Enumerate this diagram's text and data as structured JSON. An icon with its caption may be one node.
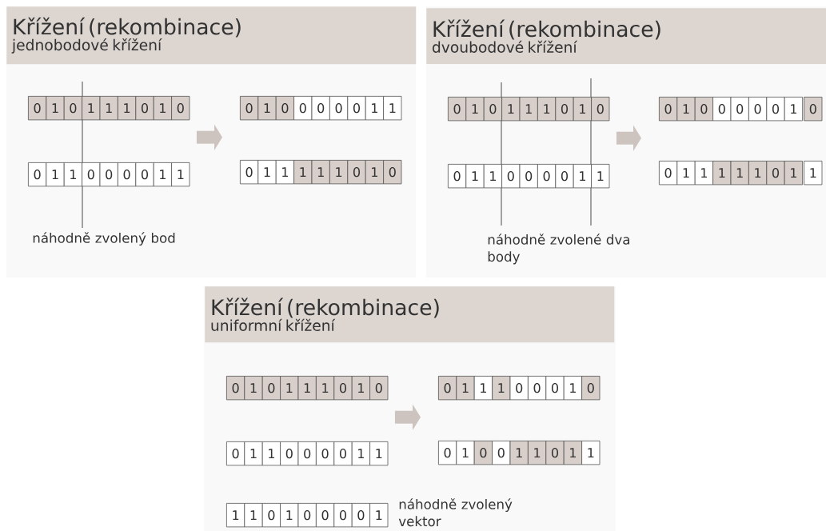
{
  "diagram": {
    "nodes": [
      {
        "text": [
          "Křížení (rekombinace)",
          "jednobodové křížení"
        ]
      },
      {
        "text": [
          "0"
        ]
      },
      {
        "text": [
          "1"
        ]
      },
      {
        "text": [
          "0"
        ]
      },
      {
        "text": [
          "1"
        ]
      },
      {
        "text": [
          "1"
        ]
      },
      {
        "text": [
          "1"
        ]
      },
      {
        "text": [
          "0"
        ]
      },
      {
        "text": [
          "1"
        ]
      },
      {
        "text": [
          "0"
        ]
      },
      {
        "text": [
          "0"
        ]
      },
      {
        "text": [
          "1"
        ]
      },
      {
        "text": [
          "1"
        ]
      },
      {
        "text": [
          "0"
        ]
      },
      {
        "text": [
          "0"
        ]
      },
      {
        "text": [
          "0"
        ]
      },
      {
        "text": [
          "0"
        ]
      },
      {
        "text": [
          "1"
        ]
      },
      {
        "text": [
          "1"
        ]
      },
      {
        "text": [
          "0"
        ]
      },
      {
        "text": [
          "1"
        ]
      },
      {
        "text": [
          "0"
        ]
      },
      {
        "text": [
          "0"
        ]
      },
      {
        "text": [
          "0"
        ]
      },
      {
        "text": [
          "0"
        ]
      },
      {
        "text": [
          "0"
        ]
      },
      {
        "text": [
          "1"
        ]
      },
      {
        "text": [
          "1"
        ]
      },
      {
        "text": [
          "0"
        ]
      },
      {
        "text": [
          "1"
        ]
      },
      {
        "text": [
          "1"
        ]
      },
      {
        "text": [
          "1"
        ]
      },
      {
        "text": [
          "1"
        ]
      },
      {
        "text": [
          "1"
        ]
      },
      {
        "text": [
          "0"
        ]
      },
      {
        "text": [
          "1"
        ]
      },
      {
        "text": [
          "0"
        ]
      },
      {
        "text": [
          "Křížení (rekombinace)",
          "dvoubodové křížení"
        ]
      },
      {
        "text": [
          "0"
        ]
      },
      {
        "text": [
          "1"
        ]
      },
      {
        "text": [
          "0"
        ]
      },
      {
        "text": [
          "1"
        ]
      },
      {
        "text": [
          "1"
        ]
      },
      {
        "text": [
          "1"
        ]
      },
      {
        "text": [
          "0"
        ]
      },
      {
        "text": [
          "1"
        ]
      },
      {
        "text": [
          "0"
        ]
      },
      {
        "text": [
          "0"
        ]
      },
      {
        "text": [
          "1"
        ]
      },
      {
        "text": [
          "1"
        ]
      },
      {
        "text": [
          "0"
        ]
      },
      {
        "text": [
          "0"
        ]
      },
      {
        "text": [
          "0"
        ]
      },
      {
        "text": [
          "0"
        ]
      },
      {
        "text": [
          "1"
        ]
      },
      {
        "text": [
          "1"
        ]
      },
      {
        "text": [
          "0"
        ]
      },
      {
        "text": [
          "1"
        ]
      },
      {
        "text": [
          "0"
        ]
      },
      {
        "text": [
          "0"
        ]
      },
      {
        "text": [
          "0"
        ]
      },
      {
        "text": [
          "0"
        ]
      },
      {
        "text": [
          "0"
        ]
      },
      {
        "text": [
          "1"
        ]
      },
      {
        "text": [
          "0"
        ]
      },
      {
        "text": [
          "0"
        ]
      },
      {
        "text": [
          "1"
        ]
      },
      {
        "text": [
          "1"
        ]
      },
      {
        "text": [
          "1"
        ]
      },
      {
        "text": [
          "1"
        ]
      },
      {
        "text": [
          "1"
        ]
      },
      {
        "text": [
          "0"
        ]
      },
      {
        "text": [
          "1"
        ]
      },
      {
        "text": [
          "1"
        ]
      },
      {
        "text": [
          "Křížení (rekombinace)",
          "uniformní křížení"
        ]
      },
      {
        "text": [
          "0"
        ]
      },
      {
        "text": [
          "1"
        ]
      },
      {
        "text": [
          "0"
        ]
      },
      {
        "text": [
          "1"
        ]
      },
      {
        "text": [
          "1"
        ]
      },
      {
        "text": [
          "1"
        ]
      },
      {
        "text": [
          "0"
        ]
      },
      {
        "text": [
          "1"
        ]
      },
      {
        "text": [
          "0"
        ]
      },
      {
        "text": [
          "0"
        ]
      },
      {
        "text": [
          "1"
        ]
      },
      {
        "text": [
          "1"
        ]
      },
      {
        "text": [
          "0"
        ]
      },
      {
        "text": [
          "0"
        ]
      },
      {
        "text": [
          "0"
        ]
      },
      {
        "text": [
          "0"
        ]
      },
      {
        "text": [
          "1"
        ]
      },
      {
        "text": [
          "1"
        ]
      },
      {
        "text": [
          "0"
        ]
      },
      {
        "text": [
          "1"
        ]
      },
      {
        "text": [
          "1"
        ]
      },
      {
        "text": [
          "1"
        ]
      },
      {
        "text": [
          "0"
        ]
      },
      {
        "text": [
          "0"
        ]
      },
      {
        "text": [
          "0"
        ]
      },
      {
        "text": [
          "1"
        ]
      },
      {
        "text": [
          "0"
        ]
      },
      {
        "text": [
          "0"
        ]
      },
      {
        "text": [
          "1"
        ]
      },
      {
        "text": [
          "0"
        ]
      },
      {
        "text": [
          "0"
        ]
      },
      {
        "text": [
          "1"
        ]
      },
      {
        "text": [
          "1"
        ]
      },
      {
        "text": [
          "0"
        ]
      },
      {
        "text": [
          "1"
        ]
      },
      {
        "text": [
          "1"
        ]
      },
      {
        "text": [
          "1"
        ]
      },
      {
        "text": [
          "1"
        ]
      },
      {
        "text": [
          "0"
        ]
      },
      {
        "text": [
          "1"
        ]
      },
      {
        "text": [
          "0"
        ]
      },
      {
        "text": [
          "0"
        ]
      },
      {
        "text": [
          "0"
        ]
      },
      {
        "text": [
          "0"
        ]
      },
      {
        "text": [
          "1"
        ]
      }
    ],
    "edges": [
      {
        "from": 9,
        "to": 19,
        "arrow": "to"
      },
      {
        "from": 46,
        "to": 56,
        "arrow": "to"
      },
      {
        "from": 83,
        "to": 93,
        "arrow": "to"
      }
    ],
    "labels": [
      "náhodně zvolený bod",
      "náhodně zvolené dva body",
      "náhodně zvolený vektor"
    ]
  }
}
